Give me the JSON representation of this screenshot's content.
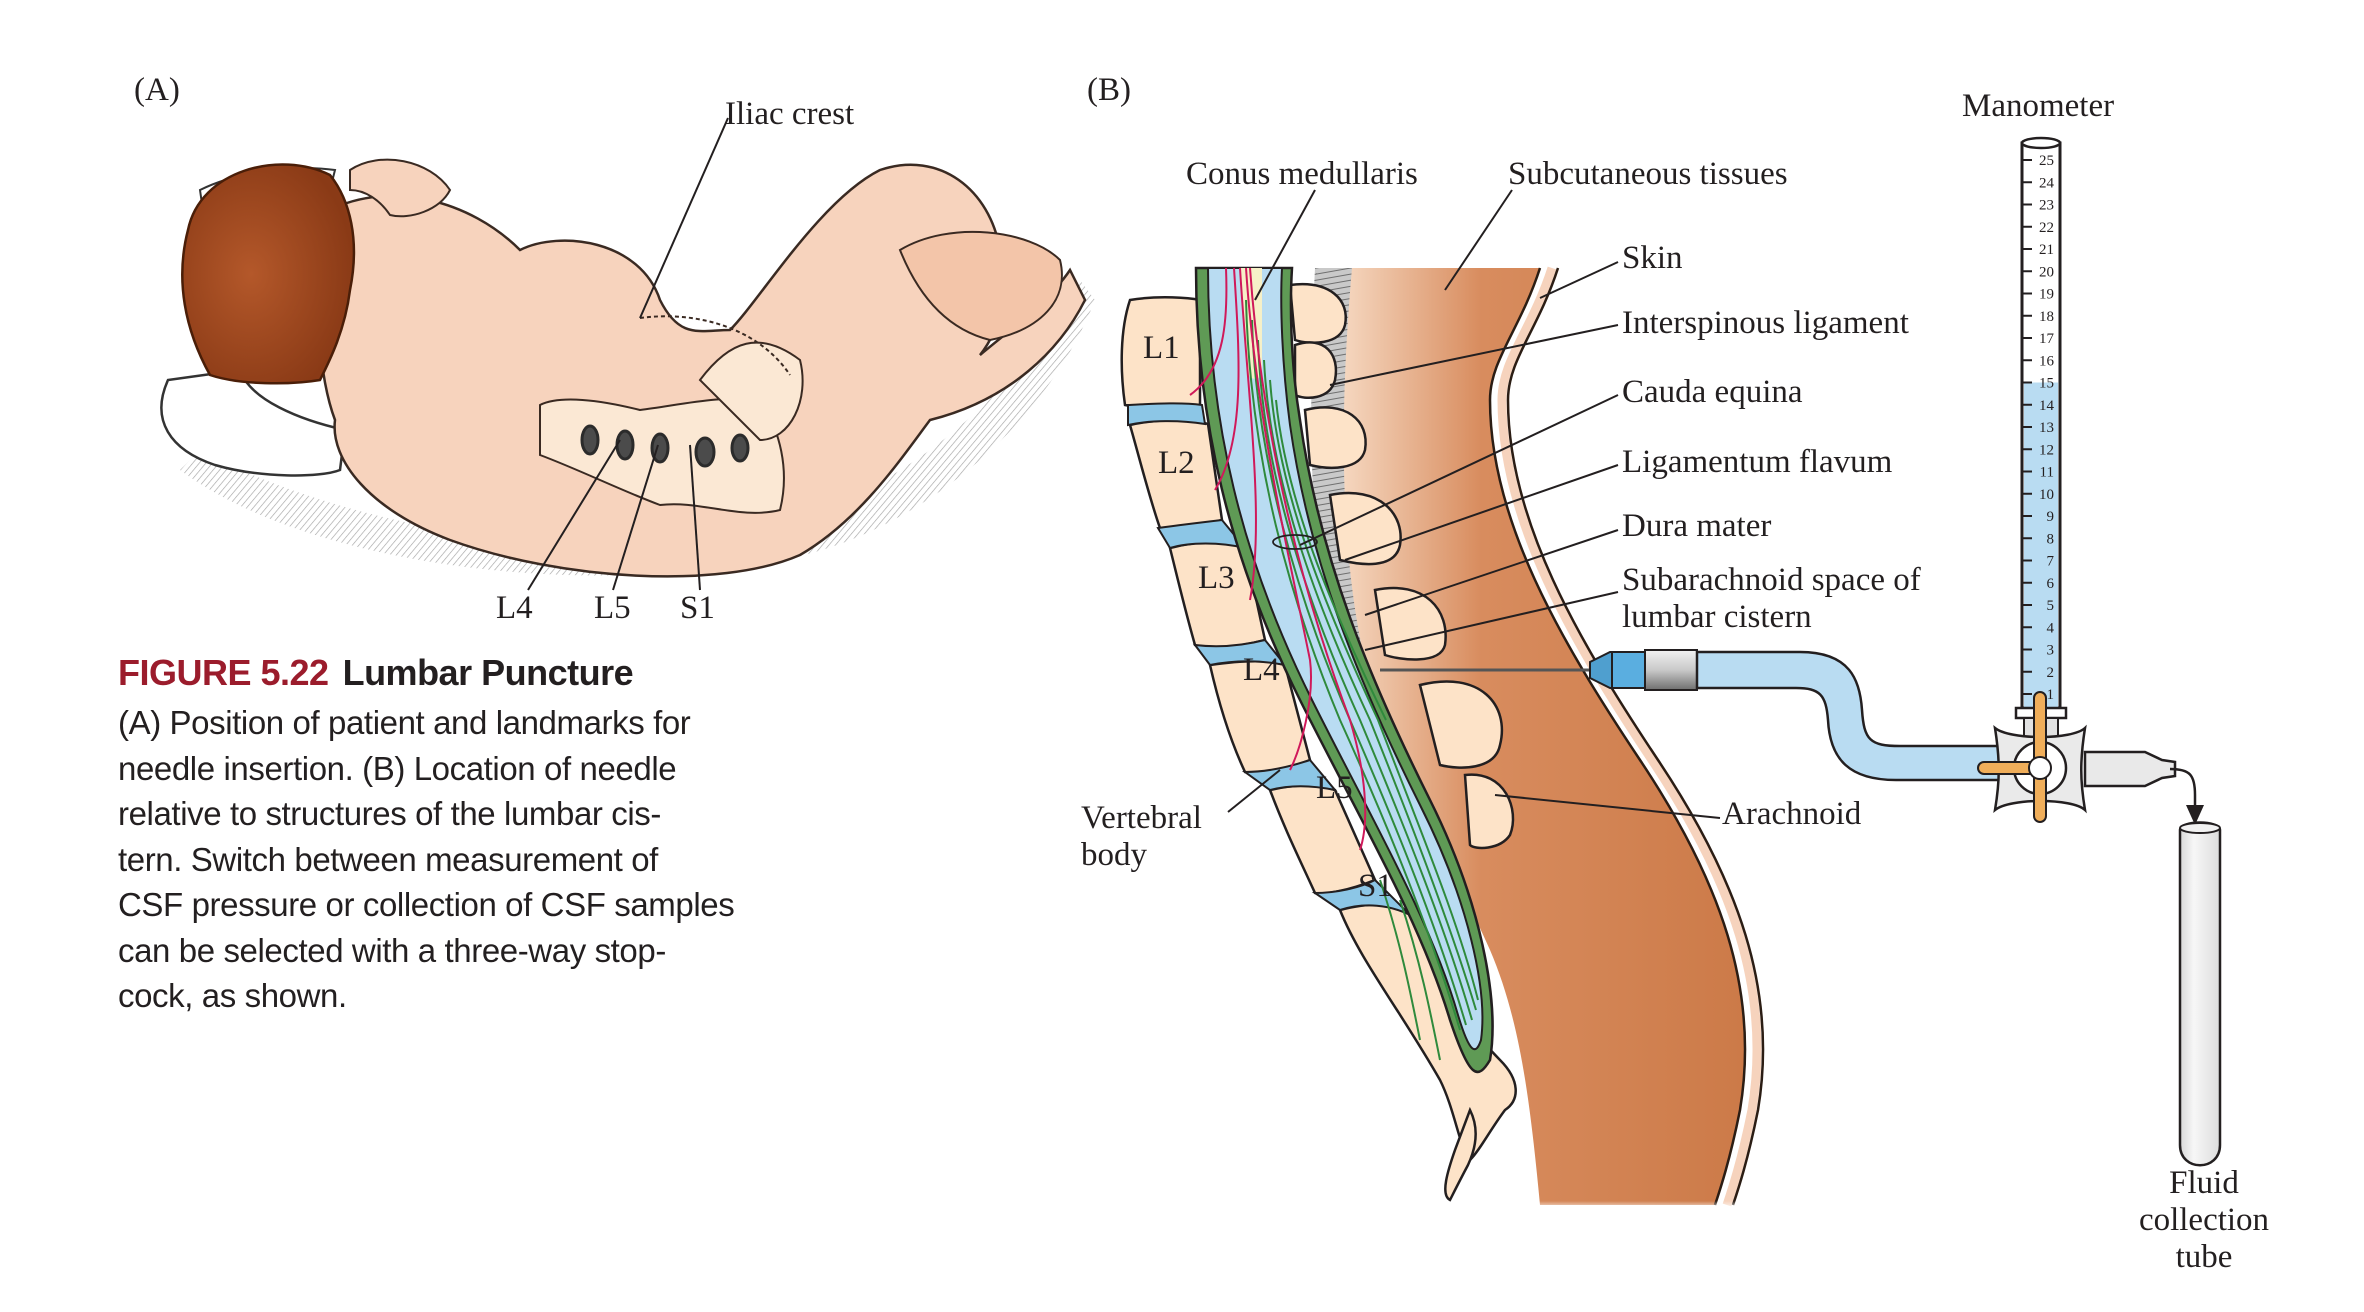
{
  "figure": {
    "number": "FIGURE 5.22",
    "title": "Lumbar Puncture",
    "caption": "(A) Position of patient and landmarks for needle insertion. (B) Location of needle relative to structures of the lumbar cistern. Switch between measurement of CSF pressure or collection of CSF samples can be selected with a three-way stopcock, as shown.",
    "caption_lines": [
      "(A) Position of patient and landmarks for",
      "needle insertion. (B) Location of needle",
      "relative to structures of the lumbar cis-",
      "tern. Switch between measurement of",
      "CSF pressure or collection of CSF samples",
      "can be selected with a three-way stop-",
      "cock, as shown."
    ]
  },
  "panel_a": {
    "tag": "(A)",
    "labels": {
      "iliac_crest": "Iliac crest",
      "l4": "L4",
      "l5": "L5",
      "s1": "S1"
    }
  },
  "panel_b": {
    "tag": "(B)",
    "labels": {
      "conus_medullaris": "Conus medullaris",
      "subcutaneous_tissues": "Subcutaneous tissues",
      "skin": "Skin",
      "interspinous_ligament": "Interspinous ligament",
      "cauda_equina": "Cauda equina",
      "ligamentum_flavum": "Ligamentum flavum",
      "dura_mater": "Dura mater",
      "subarachnoid_line1": "Subarachnoid space of",
      "subarachnoid_line2": "lumbar cistern",
      "arachnoid": "Arachnoid",
      "vertebral_body_line1": "Vertebral",
      "vertebral_body_line2": "body",
      "manometer": "Manometer",
      "tube_line1": "Fluid",
      "tube_line2": "collection",
      "tube_line3": "tube"
    },
    "vertebrae": [
      "L1",
      "L2",
      "L3",
      "L4",
      "L5",
      "S1"
    ],
    "manometer": {
      "scale_min": 1,
      "scale_max": 25,
      "scale_ticks": [
        1,
        2,
        3,
        4,
        5,
        6,
        7,
        8,
        9,
        10,
        11,
        12,
        13,
        14,
        15,
        16,
        17,
        18,
        19,
        20,
        21,
        22,
        23,
        24,
        25
      ],
      "fluid_level": 15
    }
  },
  "colors": {
    "figure_number": "#9b1c2c",
    "csf_blue": "#b9dcf2",
    "dura_green": "#5f9a55",
    "nerve_green": "#2f8a3c",
    "nerve_red": "#d0195a",
    "bone": "#fde3c8",
    "subcutaneous": "#cf7f4f",
    "stopcock_handle": "#f0ae5a"
  }
}
